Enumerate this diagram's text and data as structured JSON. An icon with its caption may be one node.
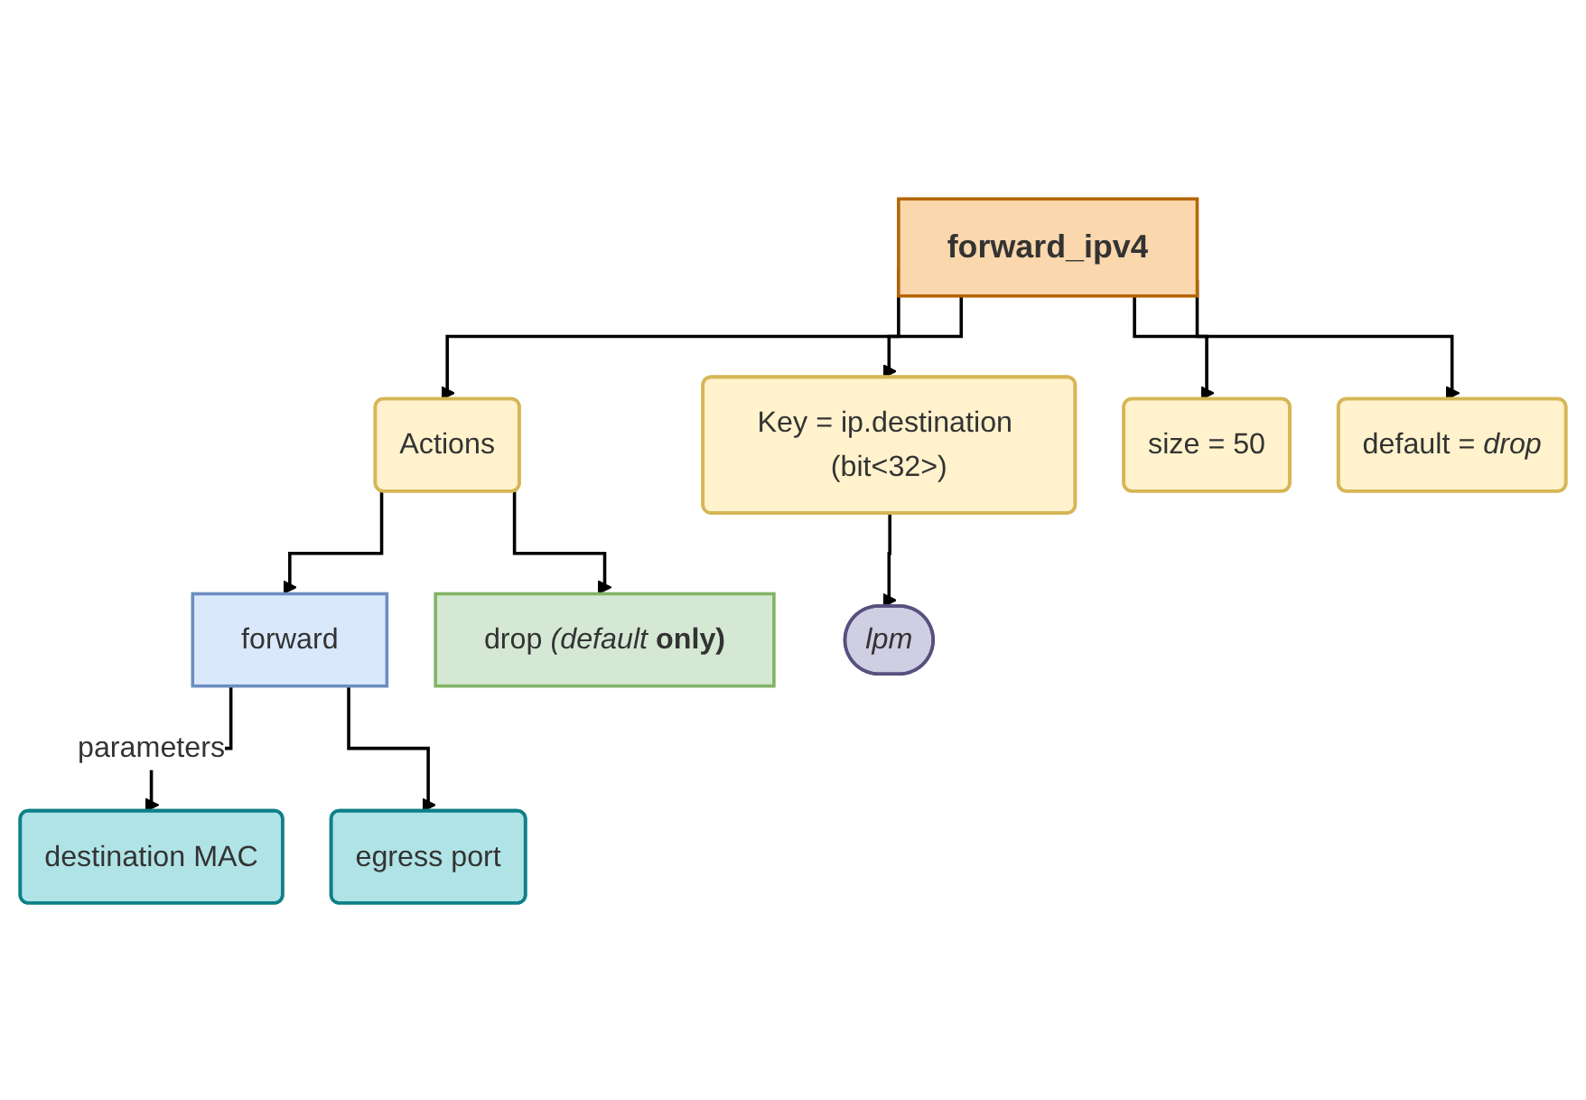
{
  "diagram": {
    "nodes": [
      {
        "text": [
          "forward_ipv4"
        ]
      },
      {
        "text": [
          "Key = ip.destination (bit<32>)"
        ]
      },
      {
        "text": [
          "Actions"
        ]
      },
      {
        "text": [
          "size = 50"
        ]
      },
      {
        "text": [
          "default = *drop*"
        ]
      },
      {
        "text": [
          "forward"
        ]
      },
      {
        "text": [
          "drop *(default* **only)**"
        ]
      },
      {
        "text": [
          "*lpm*"
        ]
      },
      {
        "text": [
          "destination MAC"
        ]
      },
      {
        "text": [
          "egress port"
        ]
      }
    ],
    "edges": [
      {
        "from": 0,
        "to": 1,
        "arrow": "to"
      },
      {
        "from": 0,
        "to": 2,
        "arrow": "to"
      },
      {
        "from": 0,
        "to": 3,
        "arrow": "to"
      },
      {
        "from": 0,
        "to": 4,
        "arrow": "to"
      },
      {
        "from": 2,
        "to": 5,
        "arrow": "to"
      },
      {
        "from": 2,
        "to": 6,
        "arrow": "to"
      },
      {
        "from": 1,
        "to": 7,
        "arrow": "to"
      },
      {
        "from": 5,
        "to": 8,
        "arrow": "to",
        "label": "parameters"
      },
      {
        "from": 5,
        "to": 9,
        "arrow": "to"
      }
    ]
  }
}
